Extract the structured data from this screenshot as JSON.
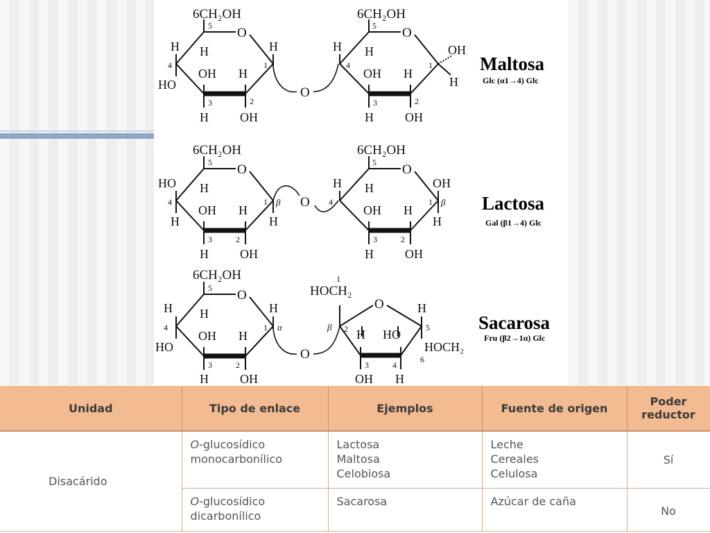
{
  "sugars": [
    {
      "name": "Maltosa",
      "linkage": "Glc (α1→4) Glc"
    },
    {
      "name": "Lactosa",
      "linkage": "Gal (β1→4) Glc"
    },
    {
      "name": "Sacarosa",
      "linkage": "Fru (β2→1α) Glc"
    }
  ],
  "atoms": {
    "ch2oh": "6CH₂OH",
    "ring_o": "O",
    "h": "H",
    "oh": "OH",
    "ho": "HO",
    "hoch2": "HOCH₂",
    "c1": "1",
    "c2": "2",
    "c3": "3",
    "c4": "4",
    "c5": "5",
    "c6": "6",
    "alpha": "α",
    "beta": "β"
  },
  "table": {
    "headers": [
      "Unidad",
      "Tipo de enlace",
      "Ejemplos",
      "Fuente de origen",
      "Poder reductor"
    ],
    "unit": "Disacárido",
    "rows": [
      {
        "enlace_prefix": "O",
        "enlace_line1": "-glucosídico",
        "enlace_line2": "monocarbonílico",
        "ejemplos": [
          "Lactosa",
          "Maltosa",
          "Celobiosa"
        ],
        "fuentes": [
          "Leche",
          "Cereales",
          "Celulosa"
        ],
        "reductor": "Sí"
      },
      {
        "enlace_prefix": "O",
        "enlace_line1": "-glucosídico",
        "enlace_line2": "dicarbonílico",
        "ejemplos": [
          "Sacarosa"
        ],
        "fuentes": [
          "Azúcar de caña"
        ],
        "reductor": "No"
      }
    ]
  }
}
